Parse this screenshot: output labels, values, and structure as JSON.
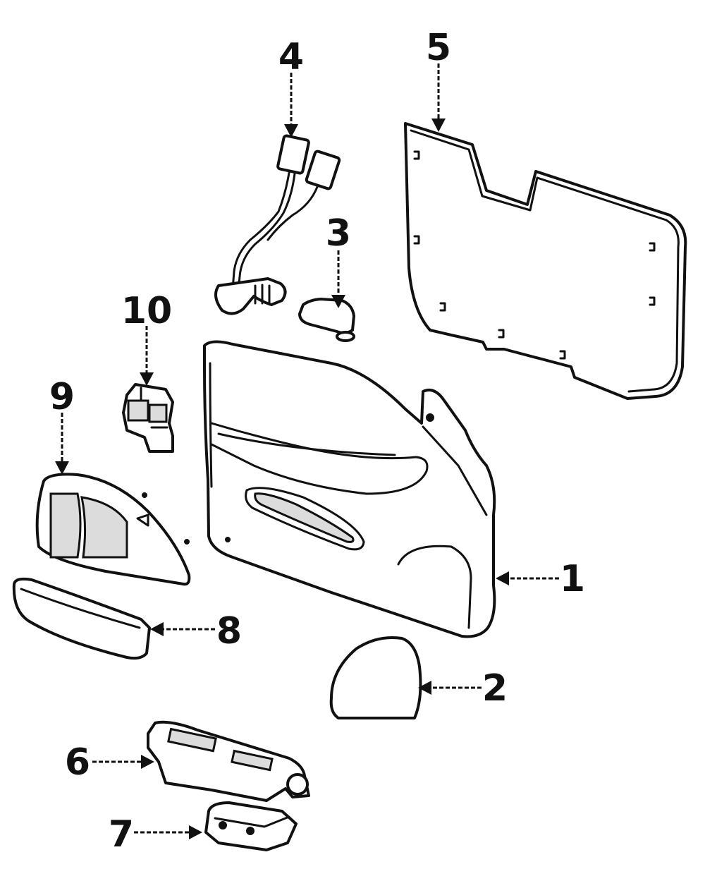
{
  "diagram": {
    "callouts": [
      "1",
      "2",
      "3",
      "4",
      "5",
      "6",
      "7",
      "8",
      "9",
      "10"
    ]
  },
  "colors": {
    "ink": "#111111",
    "paper": "#ffffff",
    "shade": "#dcdcdc"
  }
}
